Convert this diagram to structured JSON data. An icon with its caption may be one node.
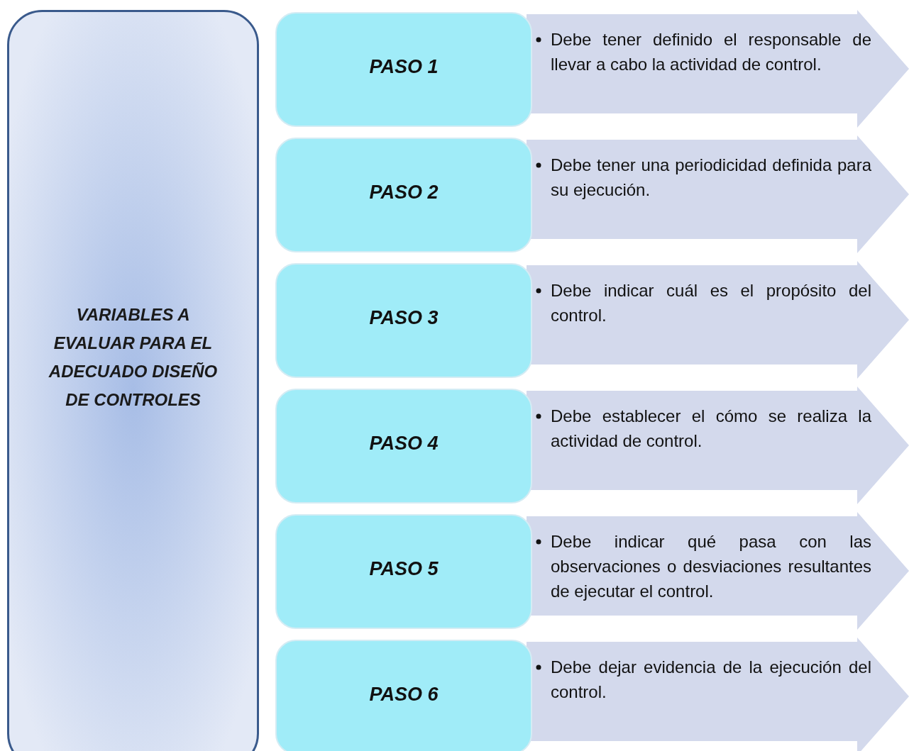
{
  "diagram": {
    "nodes": [
      {
        "text": [
          "VARIABLES A EVALUAR PARA EL ADECUADO DISEÑO DE CONTROLES"
        ]
      },
      {
        "text": [
          "PASO 1"
        ]
      },
      {
        "text": [
          "Debe tener definido el responsable de llevar a cabo la actividad de control."
        ]
      },
      {
        "text": [
          "PASO 2"
        ]
      },
      {
        "text": [
          "Debe tener una periodicidad definida para su ejecución."
        ]
      },
      {
        "text": [
          "PASO 3"
        ]
      },
      {
        "text": [
          "Debe indicar cuál es el propósito del control."
        ]
      },
      {
        "text": [
          "PASO 4"
        ]
      },
      {
        "text": [
          "Debe establecer el cómo se realiza la actividad de control."
        ]
      },
      {
        "text": [
          "PASO 5"
        ]
      },
      {
        "text": [
          "Debe indicar qué pasa con las observaciones o desviaciones resultantes de ejecutar el control."
        ]
      },
      {
        "text": [
          "PASO 6"
        ]
      },
      {
        "text": [
          "Debe dejar evidencia de la ejecución del control."
        ]
      }
    ]
  }
}
